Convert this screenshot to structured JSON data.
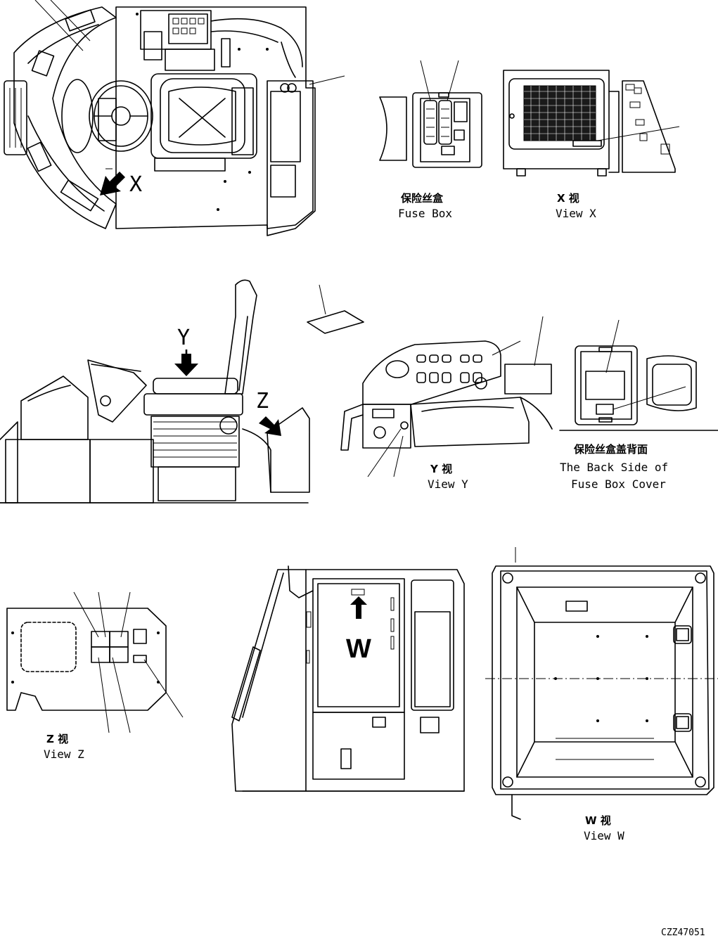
{
  "labels": {
    "fuse_box_cn": "保险丝盒",
    "fuse_box_en": "Fuse Box",
    "view_x_cn": "X  视",
    "view_x_en": "View X",
    "view_y_cn": "Y  视",
    "view_y_en": "View Y",
    "back_side_cn": "保险丝盒盖背面",
    "back_side_en_1": "The Back Side of",
    "back_side_en_2": "Fuse Box Cover",
    "view_z_cn": "Z  视",
    "view_z_en": "View Z",
    "view_w_cn": "W  视",
    "view_w_en": "View W",
    "marker_x": "X",
    "marker_y": "Y",
    "marker_z": "Z",
    "marker_w": "W",
    "drawing_number": "CZZ47051"
  }
}
